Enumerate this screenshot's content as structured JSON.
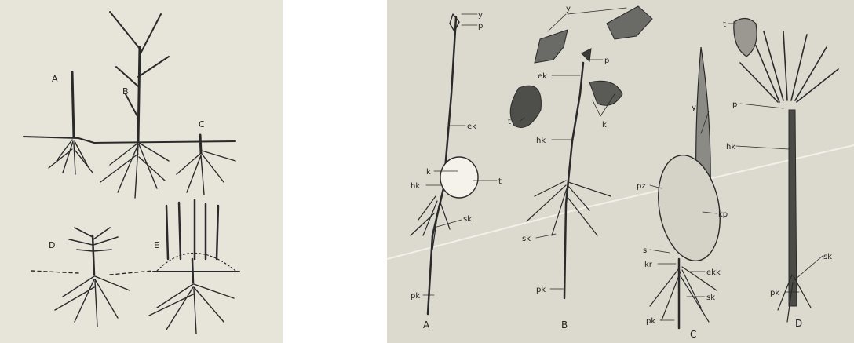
{
  "left_figure": {
    "labels": {
      "A": "A",
      "B": "B",
      "C": "C",
      "D": "D",
      "E": "E"
    }
  },
  "right_figure": {
    "plants": {
      "A": "A",
      "B": "B",
      "C": "C",
      "D": "D"
    },
    "callouts": {
      "y": "y",
      "p": "p",
      "ek": "ek",
      "t": "t",
      "k": "k",
      "hk": "hk",
      "sk": "sk",
      "pk": "pk",
      "pz": "pz",
      "kp": "kp",
      "s": "s",
      "kr": "kr",
      "ekk": "ekk"
    }
  }
}
